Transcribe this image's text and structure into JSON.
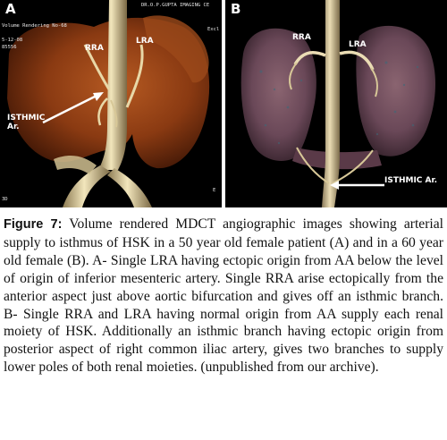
{
  "figure": {
    "panel_a": {
      "letter": "A",
      "labels": {
        "rra": "RRA",
        "lra": "LRA",
        "isthmic": "ISTHMIC\nAr."
      },
      "overlay": {
        "header_right": "DR.O.P.GUPTA IMAGING CE",
        "side_right": "Excl",
        "left_lines": [
          "Volume Rendering   No-68",
          "",
          "5-12-08",
          "85556"
        ],
        "bottom_left": "3D",
        "side_right_2": "E"
      }
    },
    "panel_b": {
      "letter": "B",
      "labels": {
        "rra": "RRA",
        "lra": "LRA",
        "isthmic": "ISTHMIC Ar."
      }
    }
  },
  "caption": {
    "label": "Figure 7:",
    "text": " Volume rendered MDCT angiographic images showing arterial supply to isthmus of HSK in a 50 year old female patient (A) and in a 60 year old female (B). A- Single LRA having ectopic origin from AA below the level of origin of inferior mesenteric artery. Single RRA arise ectopically from the anterior aspect just above aortic bifurcation and gives off an isthmic branch. B- Single RRA and LRA having normal origin from AA supply each renal moiety of HSK. Additionally an isthmic branch having ectopic origin from posterior aspect of right common iliac artery, gives two branches to supply lower poles of both renal moieties. (unpublished from our archive)."
  },
  "colors": {
    "kidney_a": "#8a3a12",
    "kidney_b": "#7a4a5a",
    "vessel": "#e8d8a8",
    "background": "#000000",
    "label": "#ffffff"
  }
}
